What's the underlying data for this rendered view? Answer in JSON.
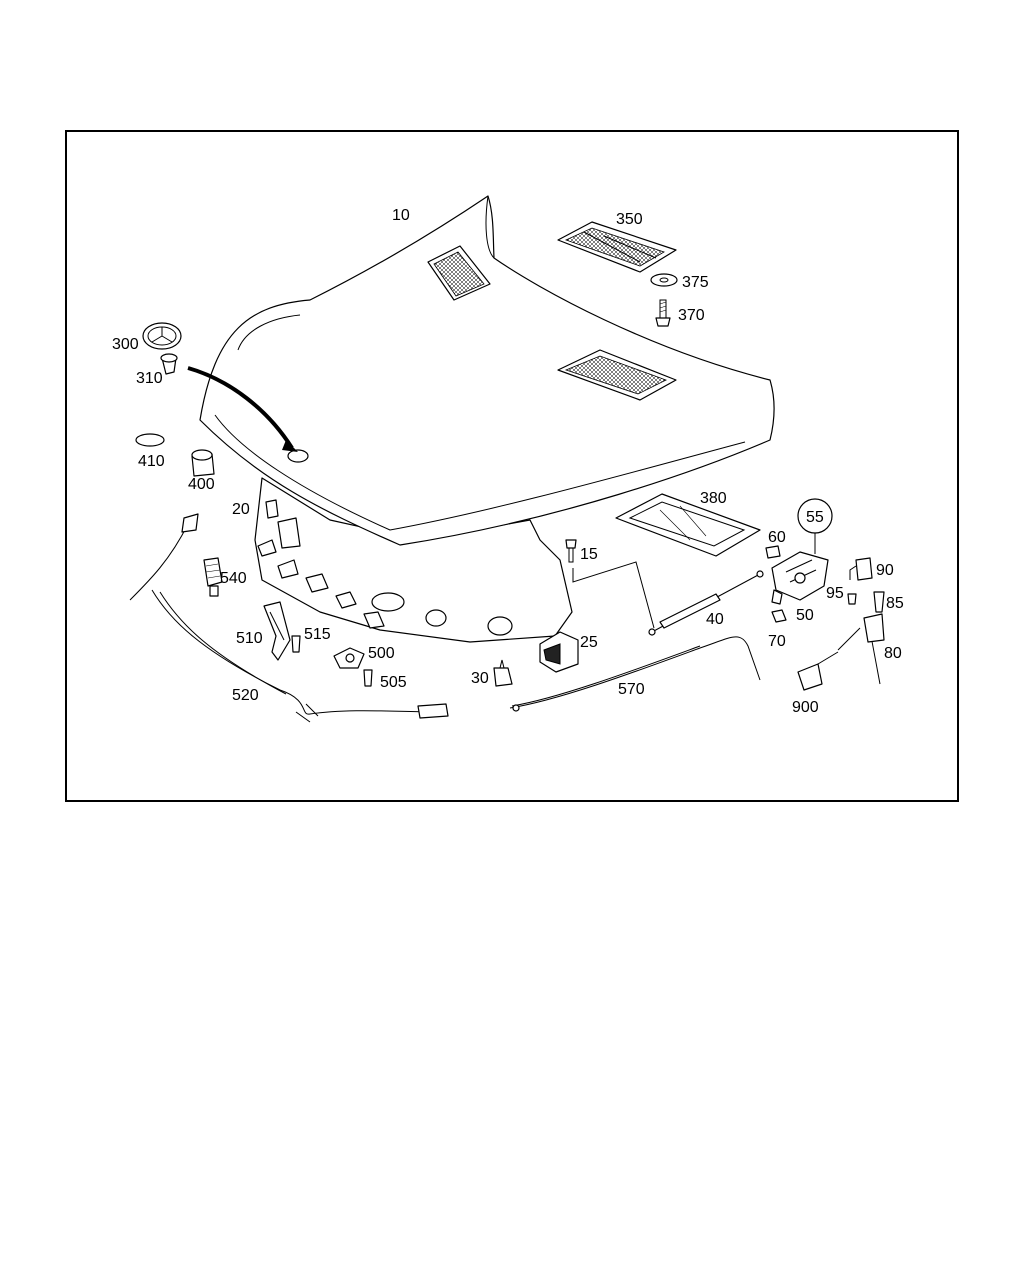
{
  "diagram": {
    "part_numbers": {
      "p10": "10",
      "p20": "20",
      "p15": "15",
      "p25": "25",
      "p30": "30",
      "p40": "40",
      "p50": "50",
      "p55": "55",
      "p60": "60",
      "p70": "70",
      "p80": "80",
      "p85": "85",
      "p90": "90",
      "p95": "95",
      "p300": "300",
      "p310": "310",
      "p350": "350",
      "p370": "370",
      "p375": "375",
      "p380": "380",
      "p400": "400",
      "p410": "410",
      "p500": "500",
      "p505": "505",
      "p510": "510",
      "p515": "515",
      "p520": "520",
      "p540": "540",
      "p570": "570",
      "p900": "900"
    }
  }
}
